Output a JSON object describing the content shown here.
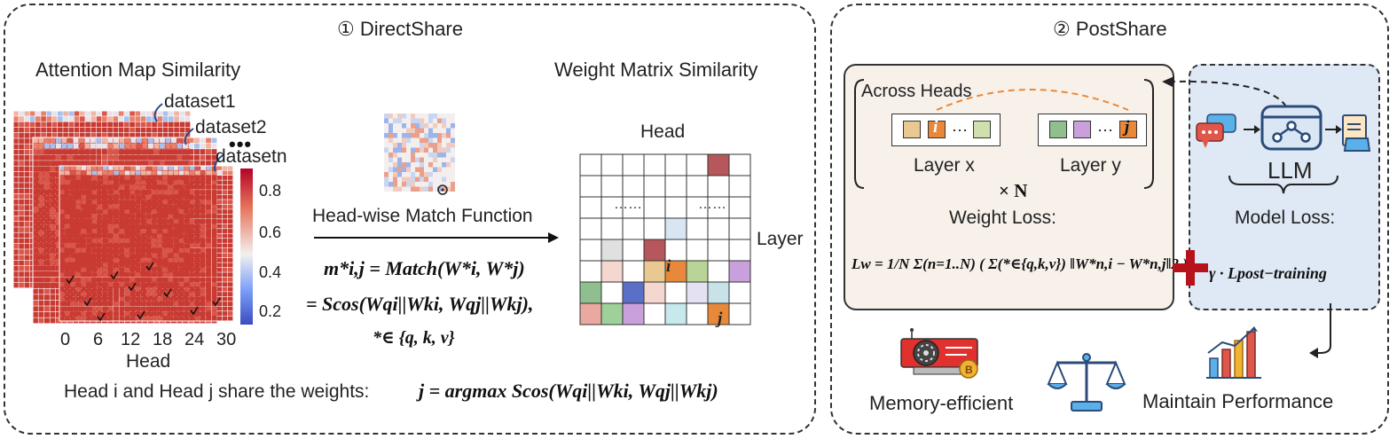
{
  "direct_share": {
    "title": "① DirectShare",
    "attention_title": "Attention Map Similarity",
    "datasets": [
      "dataset1",
      "dataset2",
      "datasetn"
    ],
    "colorbar_ticks": [
      "0.8",
      "0.6",
      "0.4",
      "0.2"
    ],
    "x_ticks": [
      "0",
      "6",
      "12",
      "18",
      "24",
      "30"
    ],
    "x_label": "Head",
    "match_label": "Head-wise Match Function",
    "weight_title": "Weight Matrix Similarity",
    "head_label": "Head",
    "layer_label": "Layer",
    "dots": "……",
    "i_label": "i",
    "j_label": "j",
    "eq1": "m*i,j = Match(W*i, W*j)",
    "eq2": "= Scos(Wqi||Wki, Wqj||Wkj),",
    "eq3": "*∈ {q, k, v}",
    "bottom_text": "Head i and Head j share the weights:",
    "bottom_eq": "j = argmax Scos(Wqi||Wki, Wqj||Wkj)",
    "colors": {
      "red": "#c0392b",
      "blue": "#3b4cc0",
      "orange": "#e8883a"
    }
  },
  "post_share": {
    "title": "② PostShare",
    "across_heads": "Across Heads",
    "layer_x": "Layer x",
    "layer_y": "Layer y",
    "times_n": "× N",
    "weight_loss": "Weight Loss:",
    "weight_eq": "Lw = 1/N Σ(n=1..N) ( Σ(*∈{q,k,v}) ‖W*n,i − W*n,j‖2 )",
    "llm_label": "LLM",
    "model_loss": "Model Loss:",
    "model_eq": "γ · Lpost−training",
    "memory": "Memory-efficient",
    "maintain": "Maintain Performance",
    "ellipsis": "···",
    "i_label": "i",
    "j_label": "j",
    "icons": [
      "chat-bubbles-icon",
      "llm-network-icon",
      "document-icon",
      "memory-chip-icon",
      "balance-scale-icon",
      "performance-chart-icon",
      "plus-icon"
    ]
  }
}
